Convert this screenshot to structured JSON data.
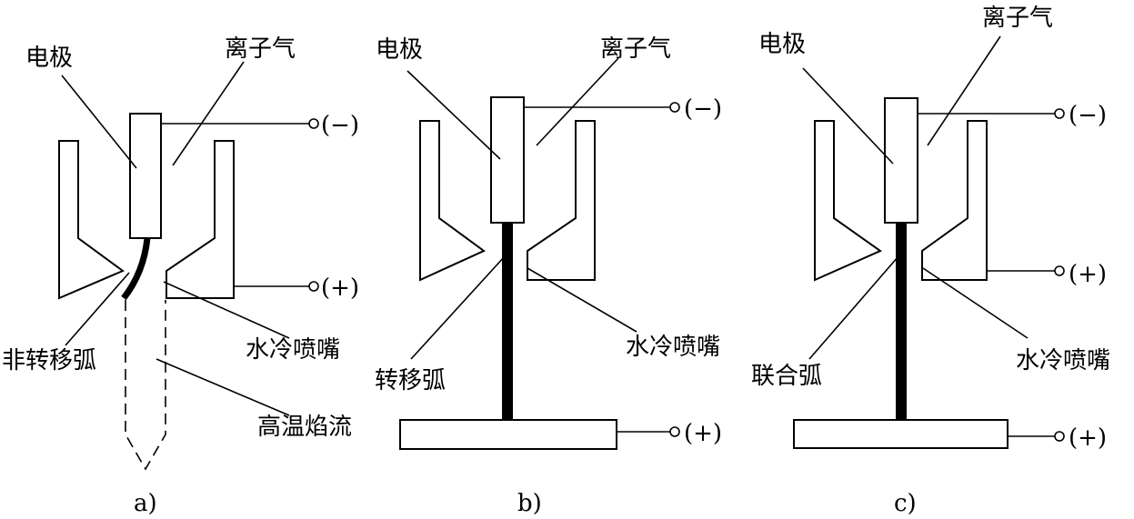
{
  "labels": {
    "electrode": "电极",
    "plasma_gas": "离子气",
    "neg": "(−)",
    "pos": "(+)",
    "nontransferred_arc": "非转移弧",
    "water_cooled_nozzle": "水冷喷嘴",
    "hot_jet": "高温焰流",
    "transferred_arc": "转移弧",
    "combined_arc": "联合弧"
  },
  "panels": [
    {
      "id": "a",
      "caption": "a)"
    },
    {
      "id": "b",
      "caption": "b)"
    },
    {
      "id": "c",
      "caption": "c)"
    }
  ]
}
